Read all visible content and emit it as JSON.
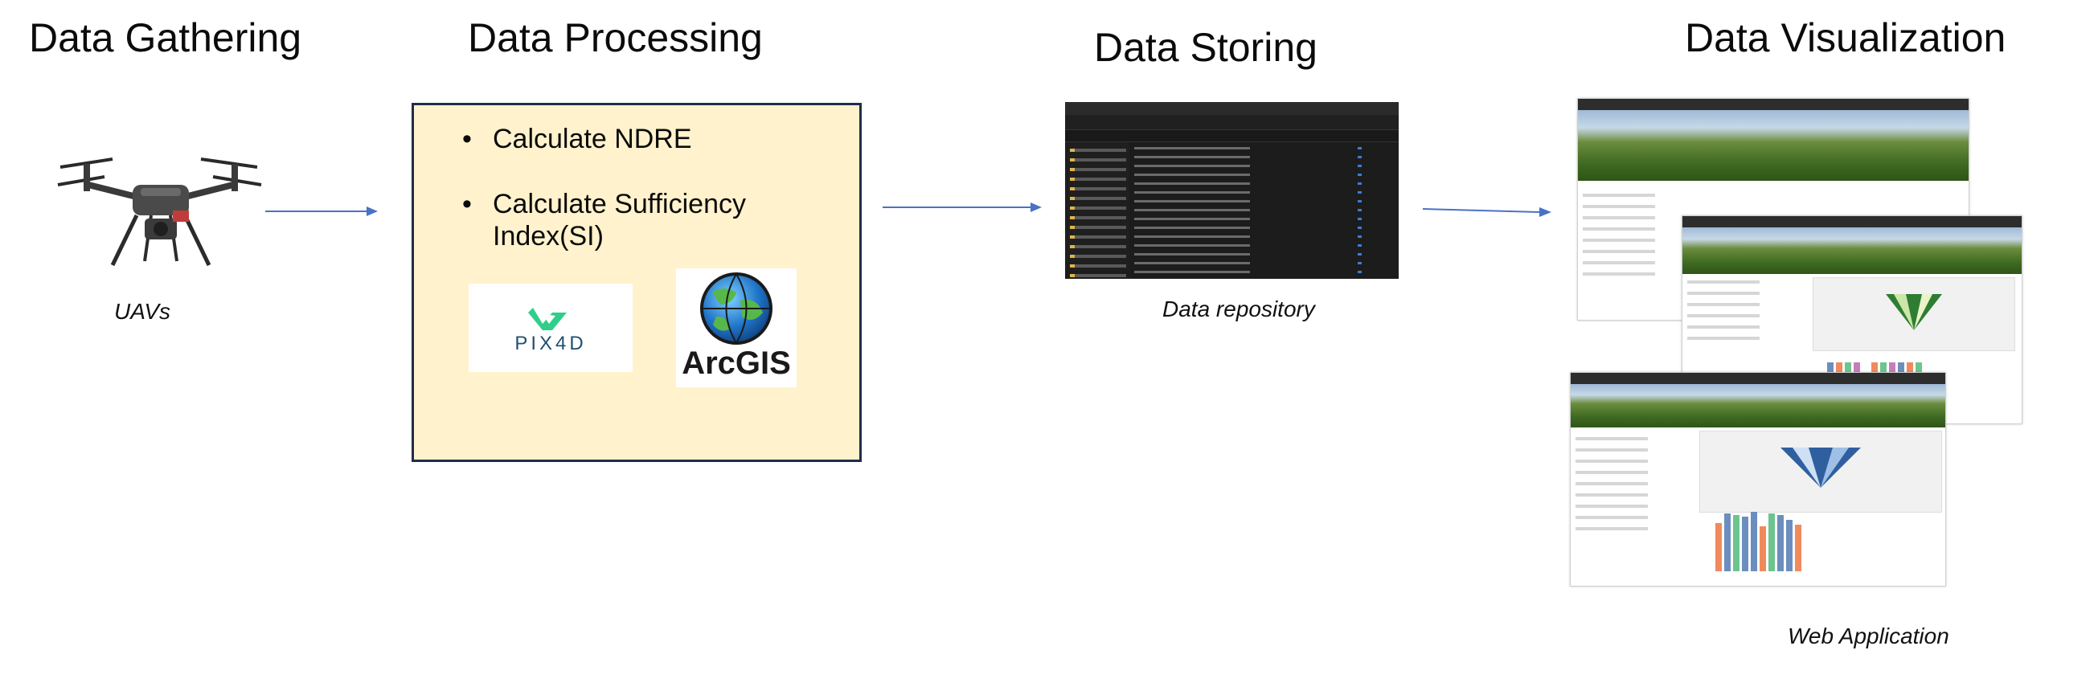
{
  "stages": {
    "gathering": {
      "title": "Data Gathering",
      "caption": "UAVs"
    },
    "processing": {
      "title": "Data Processing",
      "bullets": [
        "Calculate NDRE",
        "Calculate Sufficiency Index(SI)"
      ],
      "bullet_line2": "Index(SI)",
      "logos": {
        "pix4d": "PIX4D",
        "arcgis": "ArcGIS"
      }
    },
    "storing": {
      "title": "Data Storing",
      "caption": "Data repository"
    },
    "visualization": {
      "title": "Data Visualization",
      "caption": "Web Application"
    }
  },
  "colors": {
    "box_fill": "#fff2cc",
    "box_border": "#1f2d4d",
    "arrow": "#4a72c4",
    "pix4d_green": "#2fcf8a",
    "pix4d_text": "#1f4f6e"
  },
  "icons": {
    "drone": "drone-icon",
    "arrow": "arrow-right-icon",
    "globe": "globe-icon"
  }
}
